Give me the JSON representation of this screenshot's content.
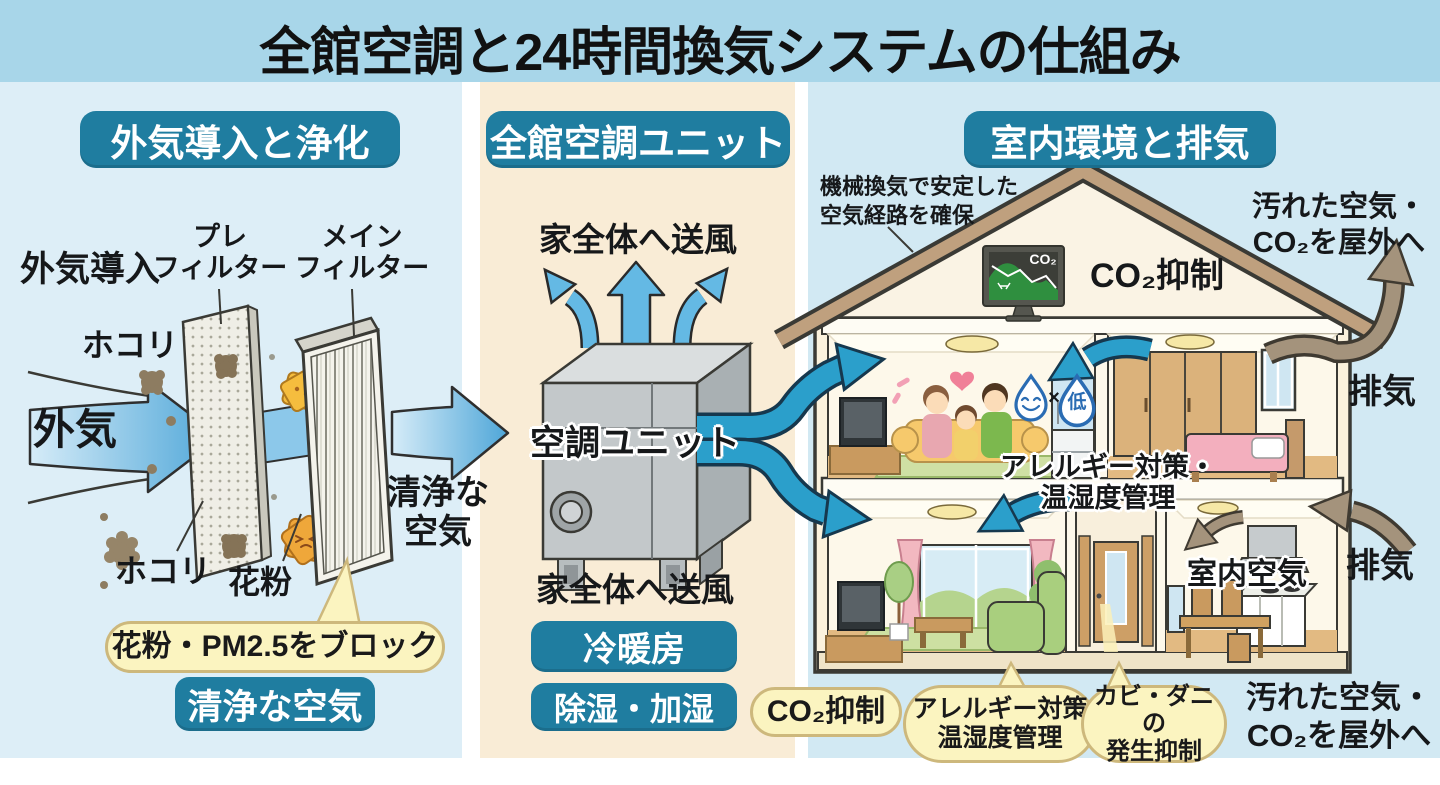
{
  "title": "全館空調と24時間換気システムの仕組み",
  "colors": {
    "header_bg": "#a8d6e9",
    "panel_left": "#ddeef7",
    "panel_center": "#f9ecd6",
    "panel_right": "#d2e9f3",
    "badge_teal": "#1f7da0",
    "callout_bg": "#fbf4c0",
    "callout_border": "#cdb87c",
    "arrow_blue": "#2b9fcb",
    "arrow_exhaust_tan": "#a4937c"
  },
  "intake": {
    "header": "外気導入と浄化",
    "intro_label": "外気導入",
    "pre_filter_label": "プレ\nフィルター",
    "main_filter_label": "メイン\nフィルター",
    "dust_label_top": "ホコリ",
    "outside_air_label": "外気",
    "dust_label_bottom": "ホコリ",
    "pollen_label": "花粉",
    "block_callout": "花粉・PM2.5をブロック",
    "clean_air_badge": "清浄な空気",
    "clean_air_to_unit": "清浄な\n空気"
  },
  "ac_unit": {
    "header": "全館空調ユニット",
    "supply_top_label": "家全体へ送風",
    "unit_label": "空調ユニット",
    "supply_bottom_label": "家全体へ送風",
    "heating_badge": "冷暖房",
    "humidity_badge": "除湿・加湿"
  },
  "indoor": {
    "header": "室内環境と排気",
    "mech_vent_note": "機械換気で安定した\n空気経路を確保",
    "dirty_air_out_top": "汚れた空気・\nCO₂を屋外へ",
    "monitor_co2": "CO₂",
    "co2_control_attic": "CO₂抑制",
    "exhaust_top": "排気",
    "allergy_note_house": "アレルギー対策・\n温湿度管理",
    "humidity_separator": "×",
    "humidity_low_droplet": "低",
    "indoor_air_label": "室内空気",
    "exhaust_bottom": "排気",
    "dirty_air_out_bottom": "汚れた空気・\nCO₂を屋外へ",
    "co2_callout": "CO₂抑制",
    "allergy_callout": "アレルギー対策\n温湿度管理",
    "mold_callout": "カビ・ダニの\n発生抑制"
  }
}
